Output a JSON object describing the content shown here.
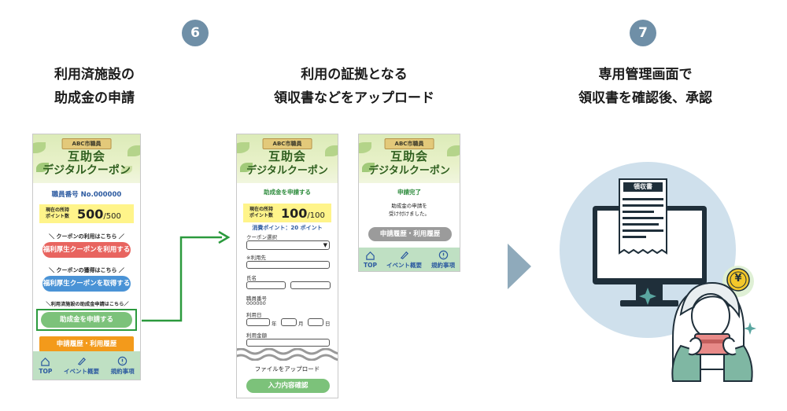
{
  "steps": [
    {
      "number": "6"
    },
    {
      "number": "7"
    }
  ],
  "columns": [
    {
      "title_line1": "利用済施設の",
      "title_line2": "助成金の申請"
    },
    {
      "title_line1": "利用の証拠となる",
      "title_line2": "領収書などをアップロード"
    },
    {
      "title_line1": "専用管理画面で",
      "title_line2": "領収書を確認後、承認"
    }
  ],
  "app_header": {
    "ribbon": "ABC市職員",
    "title1": "互助会",
    "title2": "デジタルクーポン"
  },
  "screen1": {
    "employee_no": "職員番号 No.000000",
    "points_label_line1": "現在の所持",
    "points_label_line2": "ポイント数",
    "points_value": "500",
    "points_total": "/500",
    "coupon_use_label": "クーポンの利用はこちら",
    "coupon_use_button": "福利厚生クーポンを利用する",
    "coupon_get_label": "クーポンの獲得はこちら",
    "coupon_get_button": "福利厚生クーポンを取得する",
    "subsidy_label": "利用済施設の助成金申請はこちら",
    "subsidy_button": "助成金を申請する",
    "history_button": "申請履歴・利用履歴"
  },
  "screen2": {
    "heading": "助成金を申請する",
    "points_label_line1": "現在の所持",
    "points_label_line2": "ポイント数",
    "points_value": "100",
    "points_total": "/100",
    "consumed_points": "消費ポイント：20 ポイント",
    "coupon_select_label": "クーポン選択",
    "select_arrow": "▼",
    "usage_place_label": "※利用先",
    "name_label": "氏名",
    "employee_no_label": "職員番号",
    "employee_no_value": "000000",
    "usage_date_label": "利用日",
    "year": "年",
    "month": "月",
    "day": "日",
    "usage_amount_label": "利用金額",
    "upload_label": "ファイルをアップロード",
    "confirm_button": "入力内容確認"
  },
  "screen3": {
    "heading": "申請完了",
    "message_line1": "助成金の申請を",
    "message_line2": "受け付けました。",
    "history_button": "申請履歴・利用履歴"
  },
  "nav": {
    "top": "TOP",
    "events": "イベント概要",
    "rules": "規約事項"
  },
  "illustration": {
    "receipt_title": "領収書",
    "coin_symbol": "¥"
  },
  "colors": {
    "step_badge": "#6f8fa7",
    "arrow_green": "#2b9a3d",
    "button_red": "#e8645f",
    "button_blue": "#4a93d6",
    "button_green": "#7cc27a",
    "button_orange": "#f39a1b",
    "button_gray": "#9b9b9b",
    "nav_green": "#bfe0c3",
    "circle_bg": "#cfe0ec",
    "chevron": "#8faabb"
  }
}
